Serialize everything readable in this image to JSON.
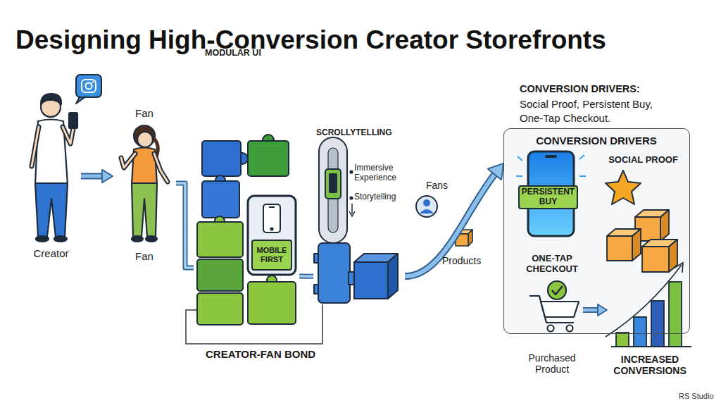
{
  "diagram": {
    "title": "Designing High-Conversion Creator Storefronts",
    "nodes": [
      {
        "text": [
          "Creator"
        ]
      },
      {
        "text": [
          "Fan",
          "Fan"
        ]
      },
      {
        "text": [
          "MODULAR UI"
        ]
      },
      {
        "text": [
          "MOBILE FIRST"
        ],
        "in": 2
      },
      {
        "text": [
          "SCROLLYTELLING",
          "Immersive Experience",
          "Storytelling"
        ]
      },
      {
        "text": [
          "CONVERSION DRIVERS"
        ]
      },
      {
        "text": [
          "PERSISTENT BUY"
        ],
        "in": 5
      },
      {
        "text": [
          "SOCIAL PROOF"
        ],
        "in": 5
      },
      {
        "text": [
          "ONE-TAP CHECKOUT",
          "Purchased Product"
        ]
      },
      {
        "text": [
          "INCREASED CONVERSIONS"
        ]
      }
    ],
    "edges": [
      {
        "from": 0,
        "to": 1,
        "arrow": "to"
      },
      {
        "from": 1,
        "to": 2,
        "arrow": "none"
      },
      {
        "from": 2,
        "to": 4,
        "arrow": "none"
      },
      {
        "from": 4,
        "to": 5,
        "arrow": "to"
      },
      {
        "from": 8,
        "to": 9,
        "arrow": "to"
      }
    ],
    "labels": [
      "CONVERSION DRIVERS:",
      "Social Proof, Persistent Buy, One-Tap Checkout.",
      "CREATOR-FAN BOND",
      "Fans",
      "Products",
      "RS Studio"
    ]
  }
}
